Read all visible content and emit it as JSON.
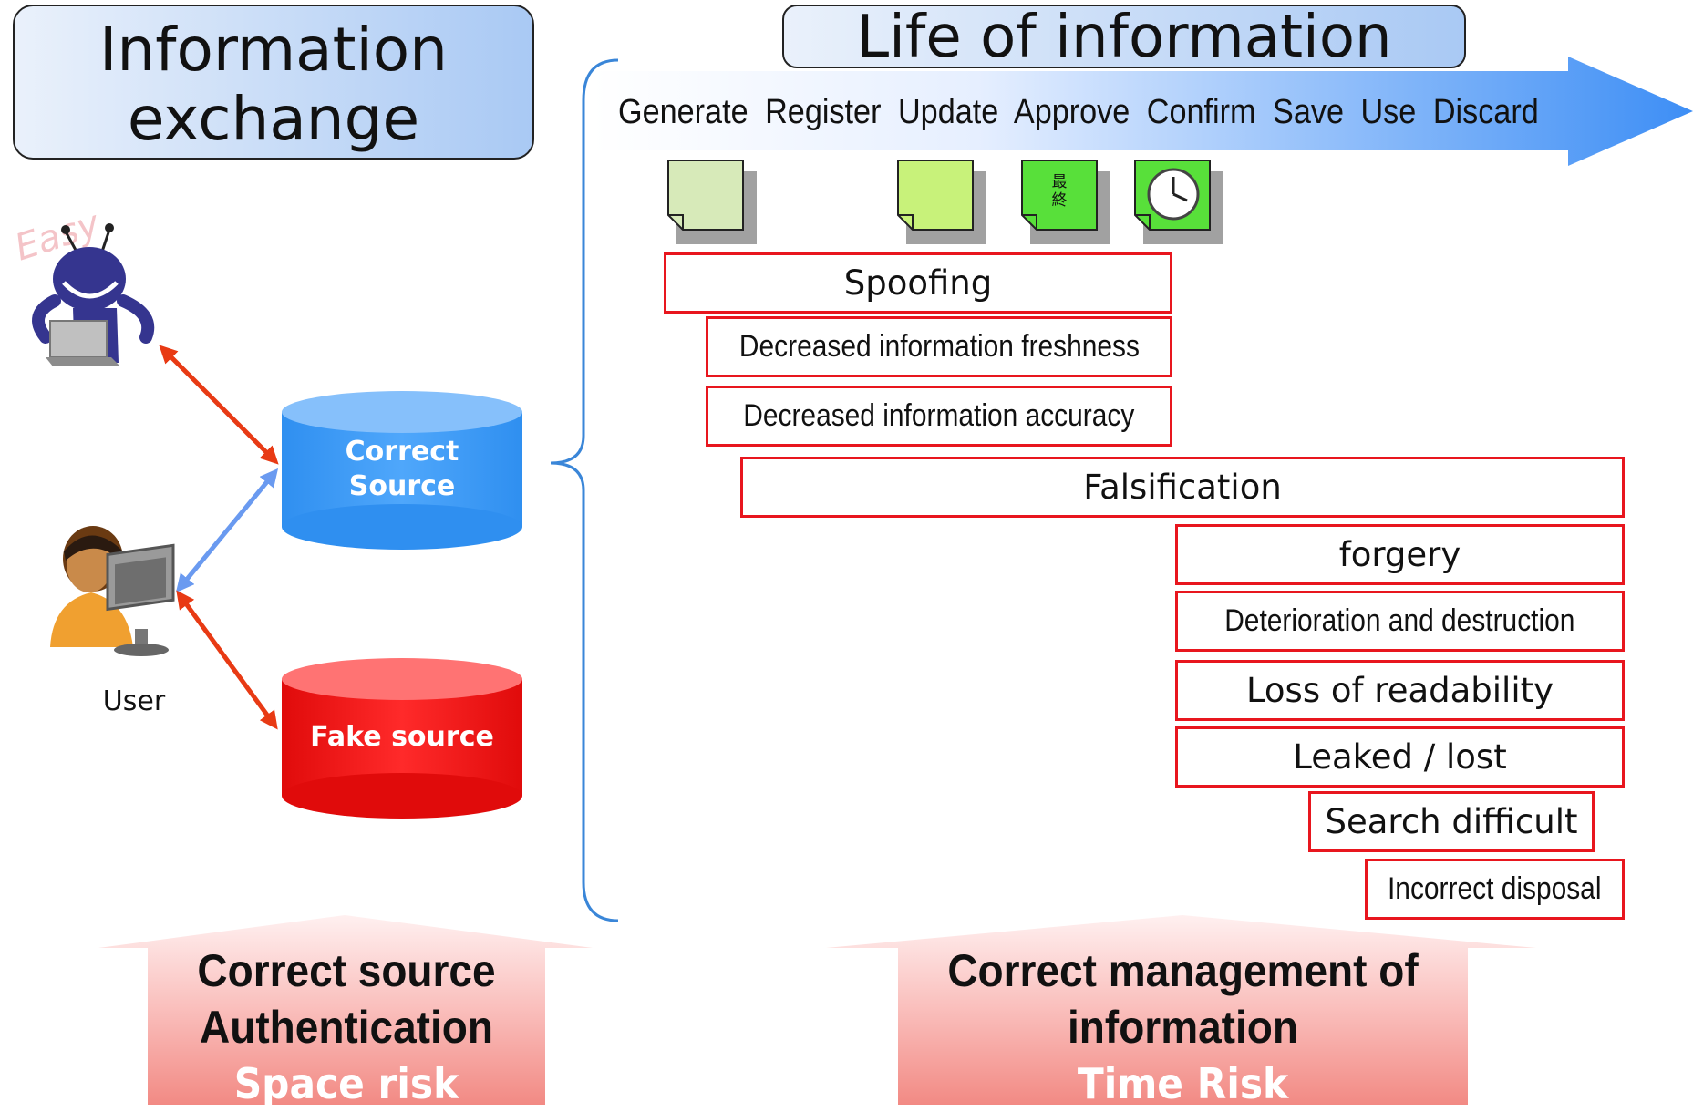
{
  "left_title": [
    "Information",
    "exchange"
  ],
  "right_title": "Life of information",
  "lifecycle_stages": [
    "Generate",
    "Register",
    "Update",
    "Approve",
    "Confirm",
    "Save",
    "Use",
    "Discard"
  ],
  "final_doc_kanji": [
    "最",
    "終"
  ],
  "sources": {
    "correct": [
      "Correct",
      "Source"
    ],
    "fake": "Fake source"
  },
  "user_label": "User",
  "watermark_text": "Easy",
  "risks": [
    "Spoofing",
    "Decreased information freshness",
    "Decreased information accuracy",
    "Falsification",
    "forgery",
    "Deterioration and destruction",
    "Loss of readability",
    "Leaked / lost",
    "Search difficult",
    "Incorrect disposal"
  ],
  "bottom_left": {
    "lines": [
      "Correct source",
      "Authentication"
    ],
    "risk": "Space risk"
  },
  "bottom_right": {
    "lines": [
      "Correct management of",
      "information"
    ],
    "risk": "Time Risk"
  },
  "colors": {
    "risk_border": "#e8161e",
    "correct_source": "#3399f3",
    "fake_source": "#ee1111",
    "red_arrow": "#e83a14",
    "blue_arrow": "#6a9af0",
    "brace": "#3a86d8",
    "bottom_arrow_top": "#ffe7e7",
    "bottom_arrow_bottom": "#f48a85"
  }
}
